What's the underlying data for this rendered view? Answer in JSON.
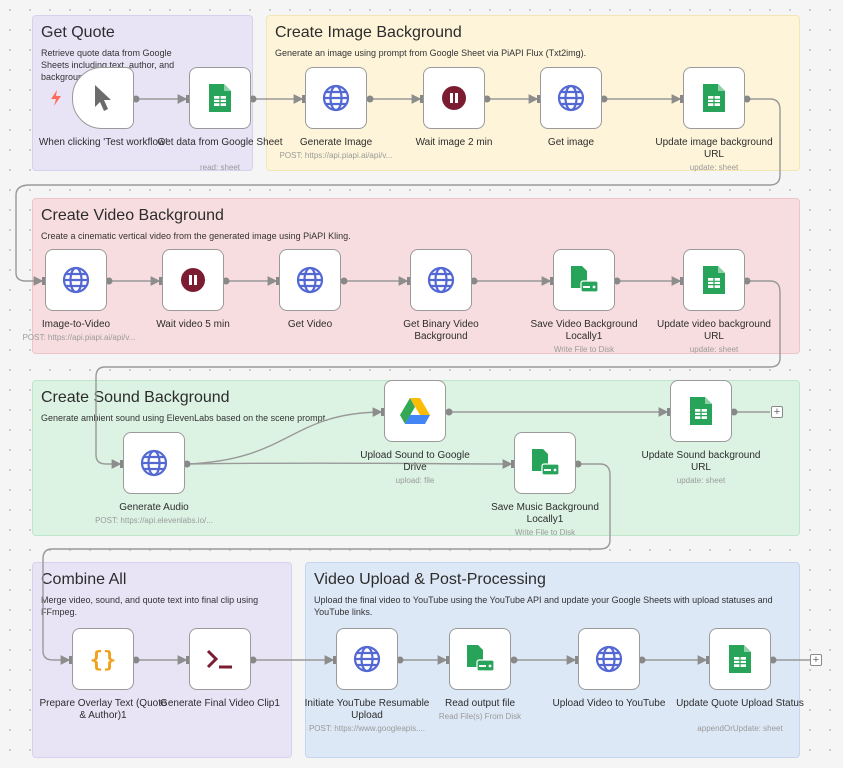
{
  "notes": [
    {
      "key": "get_quote",
      "title": "Get Quote",
      "desc": "Retrieve quote data from Google Sheets including text, author, and background prompts."
    },
    {
      "key": "create_image",
      "title": "Create Image Background",
      "desc": "Generate an image using prompt from Google Sheet via PiAPI Flux (Txt2img)."
    },
    {
      "key": "create_video",
      "title": "Create Video Background",
      "desc": "Create a cinematic vertical video from the generated image using PiAPI Kling."
    },
    {
      "key": "create_sound",
      "title": "Create Sound Background",
      "desc": "Generate ambient sound using ElevenLabs based on the scene prompt."
    },
    {
      "key": "combine",
      "title": "Combine All",
      "desc": "Merge video, sound, and quote text into final clip using FFmpeg."
    },
    {
      "key": "upload",
      "title": "Video Upload & Post-Processing",
      "desc": "Upload the final video to YouTube using the YouTube API and update your Google Sheets with upload statuses and YouTube links."
    }
  ],
  "nodes": [
    {
      "key": "trigger",
      "label": "When clicking 'Test workflow'",
      "sub": "",
      "icon": "cursor-icon"
    },
    {
      "key": "get_data",
      "label": "Get data from Google Sheet",
      "sub": "read: sheet",
      "icon": "sheets-icon"
    },
    {
      "key": "gen_image",
      "label": "Generate Image",
      "sub": "POST: https://api.piapi.ai/api/v...",
      "icon": "globe-icon"
    },
    {
      "key": "wait_img",
      "label": "Wait image 2 min",
      "sub": "",
      "icon": "pause-icon"
    },
    {
      "key": "get_image",
      "label": "Get image",
      "sub": "",
      "icon": "globe-icon"
    },
    {
      "key": "upd_img",
      "label": "Update image background URL",
      "sub": "update: sheet",
      "icon": "sheets-icon"
    },
    {
      "key": "img2vid",
      "label": "Image-to-Video",
      "sub": "POST: https://api.piapi.ai/api/v...",
      "icon": "globe-icon"
    },
    {
      "key": "wait_vid",
      "label": "Wait video 5 min",
      "sub": "",
      "icon": "pause-icon"
    },
    {
      "key": "get_video",
      "label": "Get Video",
      "sub": "",
      "icon": "globe-icon"
    },
    {
      "key": "get_bin",
      "label": "Get Binary Video Background",
      "sub": "",
      "icon": "globe-icon"
    },
    {
      "key": "save_vid",
      "label": "Save Video Background Locally1",
      "sub": "Write File to Disk",
      "icon": "disk-file-icon"
    },
    {
      "key": "upd_vid",
      "label": "Update video background URL",
      "sub": "update: sheet",
      "icon": "sheets-icon"
    },
    {
      "key": "upload_sound",
      "label": "Upload Sound to Google Drive",
      "sub": "upload: file",
      "icon": "drive-icon"
    },
    {
      "key": "upd_sound",
      "label": "Update Sound background URL",
      "sub": "update: sheet",
      "icon": "sheets-icon"
    },
    {
      "key": "gen_audio",
      "label": "Generate Audio",
      "sub": "POST: https://api.elevenlabs.io/...",
      "icon": "globe-icon"
    },
    {
      "key": "save_music",
      "label": "Save Music Background Locally1",
      "sub": "Write File to Disk",
      "icon": "disk-file-icon"
    },
    {
      "key": "prep_overlay",
      "label": "Prepare Overlay Text (Quote & Author)1",
      "sub": "",
      "icon": "code-braces-icon"
    },
    {
      "key": "gen_final",
      "label": "Generate Final Video Clip1",
      "sub": "",
      "icon": "terminal-icon"
    },
    {
      "key": "init_yt",
      "label": "Initiate YouTube Resumable Upload",
      "sub": "POST: https://www.googleapis....",
      "icon": "globe-icon"
    },
    {
      "key": "read_out",
      "label": "Read output file",
      "sub": "Read File(s) From Disk",
      "icon": "disk-file-icon"
    },
    {
      "key": "upload_yt",
      "label": "Upload Video to YouTube",
      "sub": "",
      "icon": "globe-icon"
    },
    {
      "key": "upd_quote",
      "label": "Update Quote Upload Status",
      "sub": "appendOrUpdate: sheet",
      "icon": "sheets-icon"
    }
  ],
  "colors": {
    "wire": "#999999",
    "globe": "#5468d4",
    "pause": "#7c1c33",
    "sheets": "#27a35a",
    "code": "#f1a21c",
    "terminal": "#7c1c33",
    "trigger_bolt": "#ff6d5a"
  }
}
